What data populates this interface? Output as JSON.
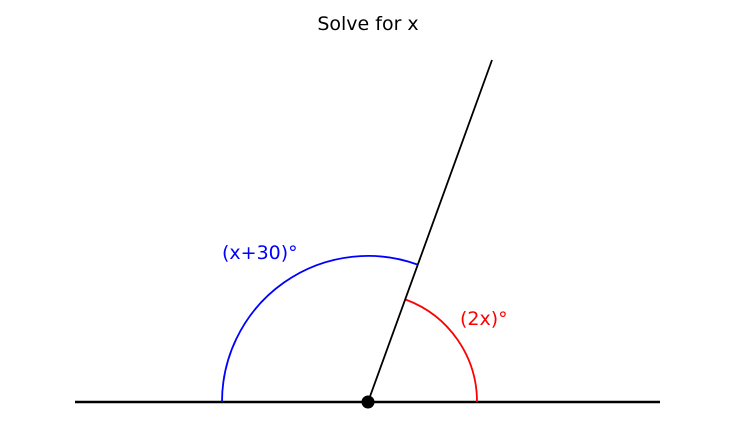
{
  "title": "Solve for x",
  "angles": {
    "left": {
      "label": "(x+30)°",
      "color": "#0000ff"
    },
    "right": {
      "label": "(2x)°",
      "color": "#ff0000"
    }
  },
  "line_color": "#000000"
}
